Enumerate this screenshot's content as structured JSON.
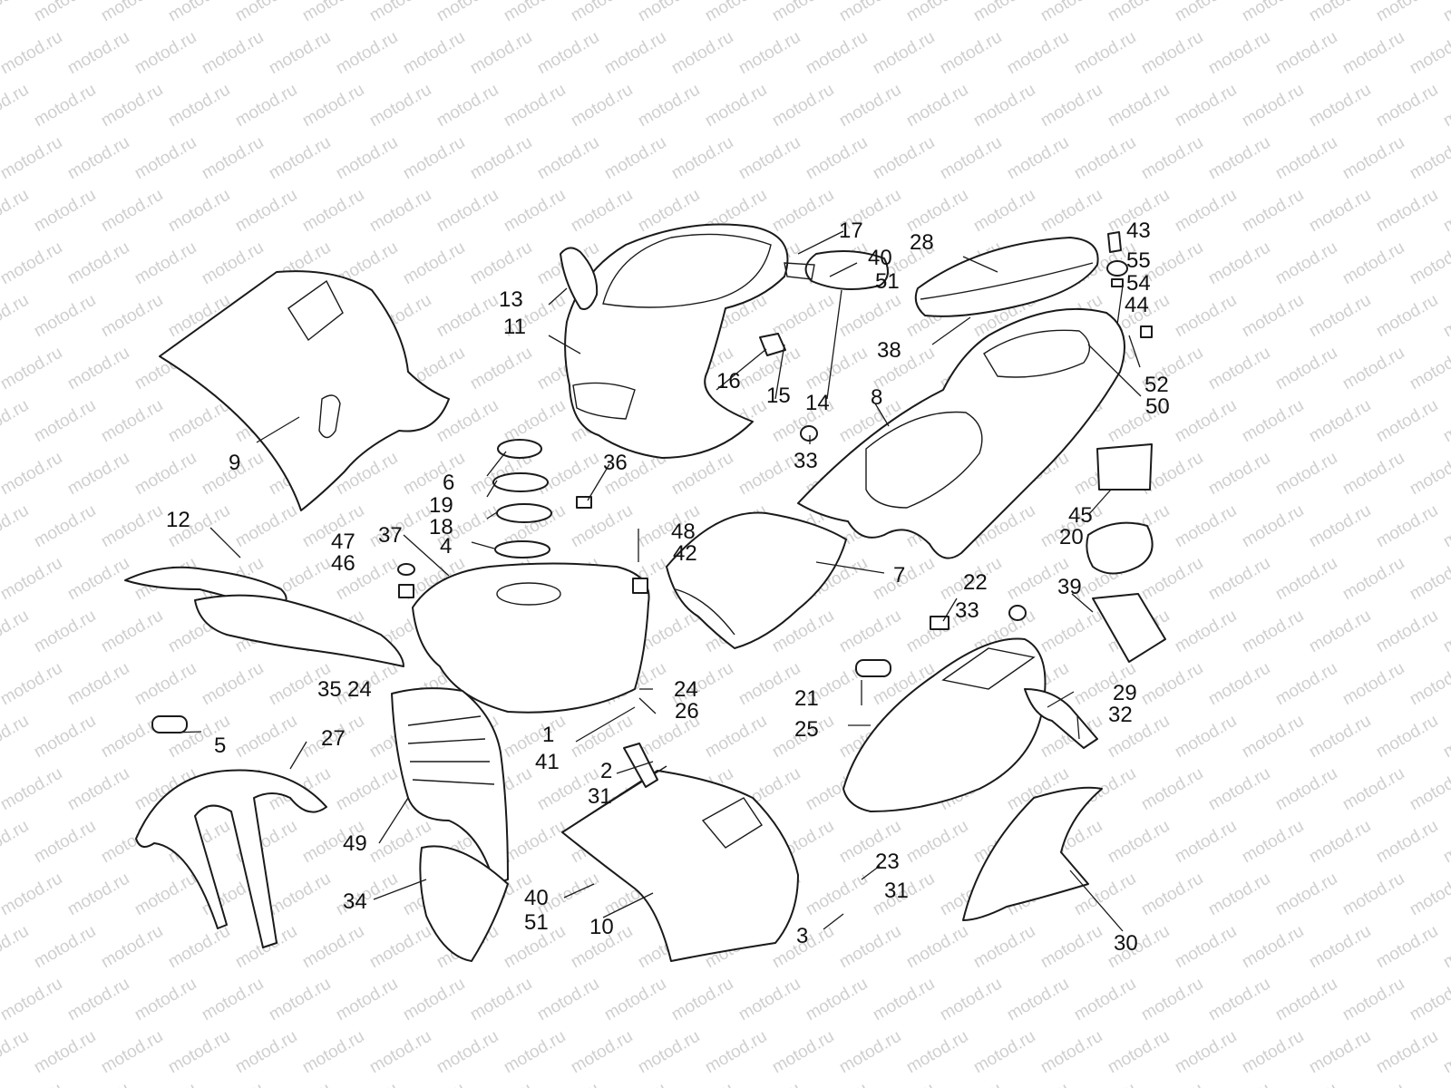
{
  "watermark": {
    "text": "motod.ru"
  },
  "colors": {
    "line": "#1a1a1a",
    "watermark": "#cfcfcf",
    "background": "#ffffff"
  },
  "callouts": [
    {
      "id": "c1",
      "text": "1"
    },
    {
      "id": "c2",
      "text": "2"
    },
    {
      "id": "c3",
      "text": "3"
    },
    {
      "id": "c4",
      "text": "4"
    },
    {
      "id": "c5",
      "text": "5"
    },
    {
      "id": "c6",
      "text": "6"
    },
    {
      "id": "c7",
      "text": "7"
    },
    {
      "id": "c8",
      "text": "8"
    },
    {
      "id": "c9",
      "text": "9"
    },
    {
      "id": "c10",
      "text": "10"
    },
    {
      "id": "c11",
      "text": "11"
    },
    {
      "id": "c12",
      "text": "12"
    },
    {
      "id": "c13",
      "text": "13"
    },
    {
      "id": "c14",
      "text": "14"
    },
    {
      "id": "c15",
      "text": "15"
    },
    {
      "id": "c16",
      "text": "16"
    },
    {
      "id": "c17",
      "text": "17"
    },
    {
      "id": "c18",
      "text": "18"
    },
    {
      "id": "c19",
      "text": "19"
    },
    {
      "id": "c20",
      "text": "20"
    },
    {
      "id": "c21",
      "text": "21"
    },
    {
      "id": "c22",
      "text": "22"
    },
    {
      "id": "c23",
      "text": "23"
    },
    {
      "id": "c24a",
      "text": "24"
    },
    {
      "id": "c24b",
      "text": "24"
    },
    {
      "id": "c25",
      "text": "25"
    },
    {
      "id": "c26",
      "text": "26"
    },
    {
      "id": "c27",
      "text": "27"
    },
    {
      "id": "c28",
      "text": "28"
    },
    {
      "id": "c29",
      "text": "29"
    },
    {
      "id": "c30",
      "text": "30"
    },
    {
      "id": "c31a",
      "text": "31"
    },
    {
      "id": "c31b",
      "text": "31"
    },
    {
      "id": "c32",
      "text": "32"
    },
    {
      "id": "c33a",
      "text": "33"
    },
    {
      "id": "c33b",
      "text": "33"
    },
    {
      "id": "c34",
      "text": "34"
    },
    {
      "id": "c35",
      "text": "35"
    },
    {
      "id": "c36",
      "text": "36"
    },
    {
      "id": "c37",
      "text": "37"
    },
    {
      "id": "c38",
      "text": "38"
    },
    {
      "id": "c39",
      "text": "39"
    },
    {
      "id": "c40a",
      "text": "40"
    },
    {
      "id": "c40b",
      "text": "40"
    },
    {
      "id": "c41",
      "text": "41"
    },
    {
      "id": "c42",
      "text": "42"
    },
    {
      "id": "c43",
      "text": "43"
    },
    {
      "id": "c44",
      "text": "44"
    },
    {
      "id": "c45",
      "text": "45"
    },
    {
      "id": "c46",
      "text": "46"
    },
    {
      "id": "c47",
      "text": "47"
    },
    {
      "id": "c48",
      "text": "48"
    },
    {
      "id": "c49",
      "text": "49"
    },
    {
      "id": "c50",
      "text": "50"
    },
    {
      "id": "c51a",
      "text": "51"
    },
    {
      "id": "c51b",
      "text": "51"
    },
    {
      "id": "c52",
      "text": "52"
    },
    {
      "id": "c54",
      "text": "54"
    },
    {
      "id": "c55",
      "text": "55"
    }
  ]
}
